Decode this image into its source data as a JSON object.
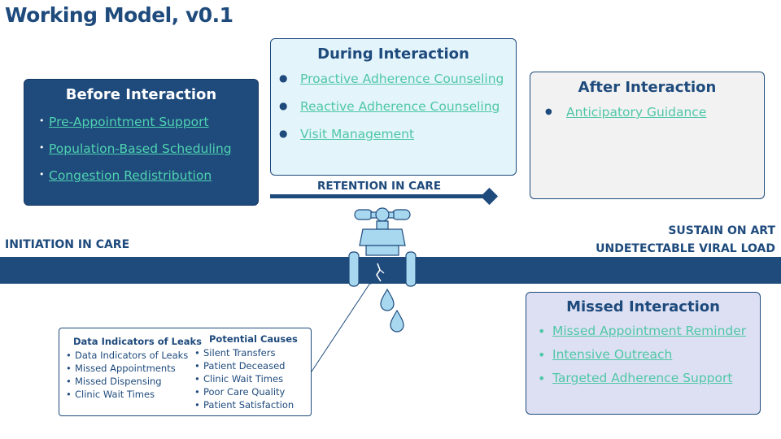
{
  "title": "Working Model, v0.1",
  "before": {
    "title": "Before Interaction",
    "items": [
      "Pre-Appointment Support",
      "Population-Based Scheduling",
      "Congestion Redistribution"
    ]
  },
  "during": {
    "title": "During Interaction",
    "items": [
      "Proactive Adherence Counseling",
      "Reactive Adherence Counseling",
      "Visit Management"
    ]
  },
  "after": {
    "title": "After Interaction",
    "items": [
      "Anticipatory Guidance"
    ]
  },
  "missed": {
    "title": "Missed Interaction",
    "items": [
      "Missed Appointment Reminder",
      "Intensive Outreach",
      "Targeted Adherence Support"
    ]
  },
  "retention_label": "RETENTION IN CARE",
  "initiation_label": "INITIATION IN CARE",
  "sustain_label_line1": "SUSTAIN ON ART",
  "sustain_label_line2": "UNDETECTABLE VIRAL LOAD",
  "data_box": {
    "indicators_title": "Data Indicators of Leaks",
    "indicators": [
      "Data Indicators of Leaks",
      "Missed Appointments",
      "Missed Dispensing",
      "Clinic Wait Times"
    ],
    "causes_title": "Potential Causes",
    "causes": [
      "Silent Transfers",
      "Patient Deceased",
      "Clinic Wait Times",
      "Poor Care Quality",
      "Patient Satisfaction"
    ]
  },
  "colors": {
    "navy": "#1e4a7c",
    "teal_link": "#4fc7a6",
    "faucet_blue": "#a8d8f0",
    "during_bg": "#e3f4fb",
    "after_bg": "#f2f2f2",
    "missed_bg": "#dde0f3"
  }
}
